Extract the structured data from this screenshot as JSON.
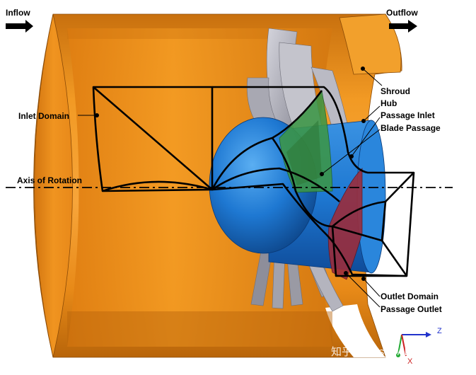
{
  "flow": {
    "inflow": "Inflow",
    "outflow": "Outflow"
  },
  "labels": {
    "inlet_domain": "Inlet Domain",
    "axis_of_rotation": "Axis of Rotation",
    "shroud": "Shroud",
    "hub": "Hub",
    "passage_inlet": "Passage Inlet",
    "blade_passage": "Blade Passage",
    "outlet_domain": "Outlet Domain",
    "passage_outlet": "Passage Outlet"
  },
  "triad": {
    "z_label": "Z",
    "x_label": "X"
  },
  "watermark": "知乎 @EasyCAE-HPC",
  "colors": {
    "shroud_orange": "#F0961E",
    "shroud_dark": "#B8650A",
    "hub_blue": "#1E78D2",
    "blade_gray": "#B4B4BE",
    "passage_inlet_green": "#3C9646",
    "passage_outlet_red": "#9B2D3C",
    "wireframe": "#000000"
  }
}
